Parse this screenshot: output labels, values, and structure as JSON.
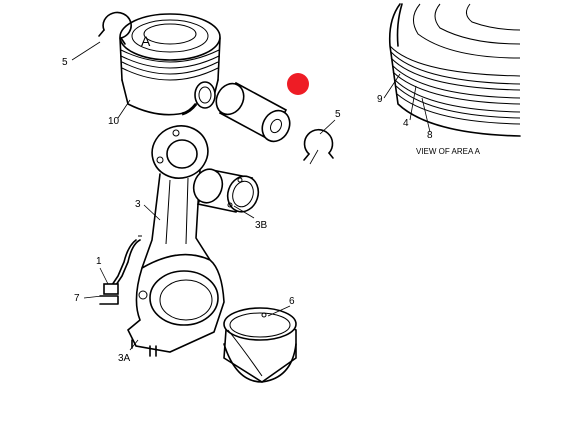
{
  "diagram": {
    "area_label": "A",
    "view_label": "VIEW OF AREA A",
    "callouts": {
      "c1": "1",
      "c3": "3",
      "c3a": "3A",
      "c3b": "3B",
      "c4": "4",
      "c5_left": "5",
      "c5_right": "5",
      "c6": "6",
      "c7": "7",
      "c8": "8",
      "c9": "9",
      "c10": "10"
    },
    "marker_color": "#ee1c25"
  }
}
